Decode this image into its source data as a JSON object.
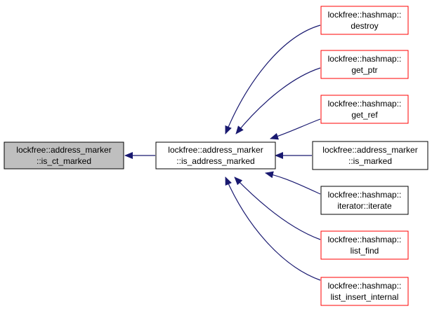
{
  "colors": {
    "edge": "#191970",
    "focus_fill": "#bfbfbf",
    "focus_border": "#000000",
    "documented_border": "#000000",
    "undocumented_border": "#ff0000",
    "node_fill": "#ffffff"
  },
  "nodes": {
    "is_ct_marked": {
      "line1": "lockfree::address_marker",
      "line2": "::is_ct_marked"
    },
    "is_address_marked": {
      "line1": "lockfree::address_marker",
      "line2": "::is_address_marked"
    },
    "destroy": {
      "line1": "lockfree::hashmap::",
      "line2": "destroy"
    },
    "get_ptr": {
      "line1": "lockfree::hashmap::",
      "line2": "get_ptr"
    },
    "get_ref": {
      "line1": "lockfree::hashmap::",
      "line2": "get_ref"
    },
    "is_marked": {
      "line1": "lockfree::address_marker",
      "line2": "::is_marked"
    },
    "iterate": {
      "line1": "lockfree::hashmap::",
      "line2": "iterator::iterate"
    },
    "list_find": {
      "line1": "lockfree::hashmap::",
      "line2": "list_find"
    },
    "list_insert_internal": {
      "line1": "lockfree::hashmap::",
      "line2": "list_insert_internal"
    }
  }
}
